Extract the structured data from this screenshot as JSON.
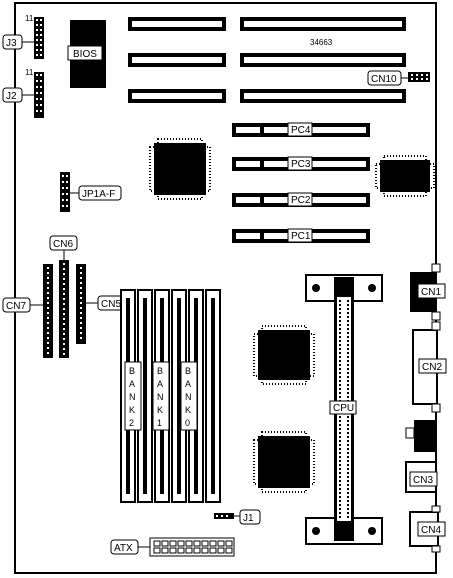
{
  "board_number": "34663",
  "pin1_markers": [
    "11",
    "11"
  ],
  "chips": {
    "bios": "BIOS"
  },
  "connectors": {
    "j3": "J3",
    "j2": "J2",
    "cn10": "CN10",
    "jp1af": "JP1A-F",
    "cn6": "CN6",
    "cn7": "CN7",
    "cn5": "CN5",
    "cn1": "CN1",
    "cn2": "CN2",
    "cn3": "CN3",
    "cn4": "CN4",
    "cpu": "CPU",
    "j1": "J1",
    "atx": "ATX"
  },
  "pci_slots": [
    "PC4",
    "PC3",
    "PC2",
    "PC1"
  ],
  "memory_banks": [
    {
      "letters": [
        "B",
        "A",
        "N",
        "K",
        "2"
      ]
    },
    {
      "letters": [
        "B",
        "A",
        "N",
        "K",
        "1"
      ]
    },
    {
      "letters": [
        "B",
        "A",
        "N",
        "K",
        "0"
      ]
    }
  ],
  "colors": {
    "ink": "#000000",
    "paper": "#ffffff",
    "label_fill": "#e6e6e6"
  }
}
